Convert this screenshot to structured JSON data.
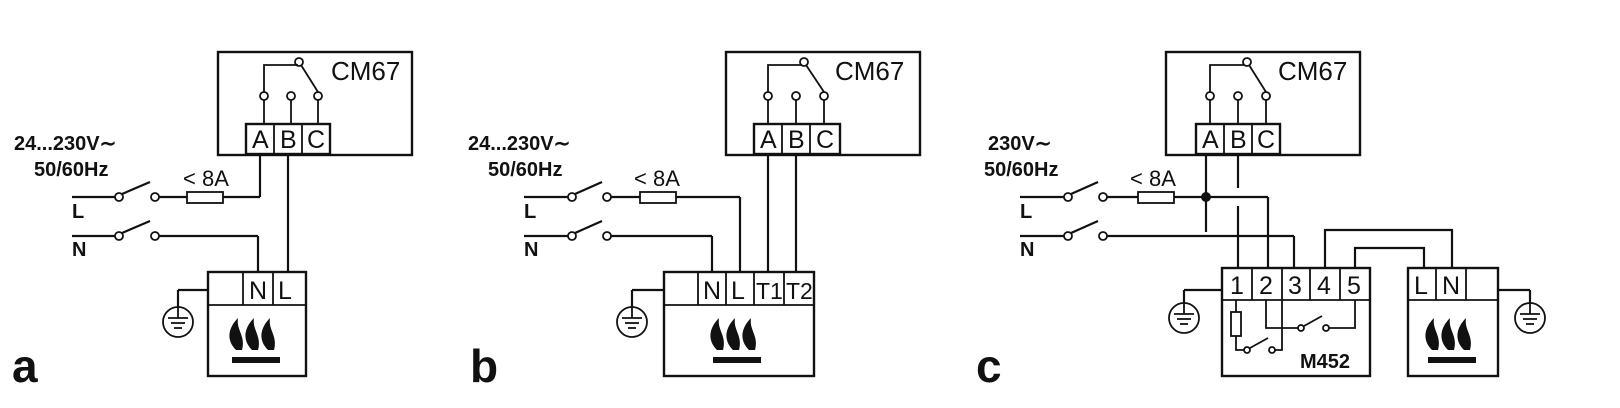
{
  "panels": [
    {
      "letter": "a",
      "controller": "CM67",
      "terminals": [
        "A",
        "B",
        "C"
      ],
      "supply_voltage": "24...230V∼",
      "supply_freq": "50/60Hz",
      "fuse": "< 8A",
      "line_L": "L",
      "line_N": "N",
      "boiler_terminals": [
        "N",
        "L"
      ]
    },
    {
      "letter": "b",
      "controller": "CM67",
      "terminals": [
        "A",
        "B",
        "C"
      ],
      "supply_voltage": "24...230V∼",
      "supply_freq": "50/60Hz",
      "fuse": "< 8A",
      "line_L": "L",
      "line_N": "N",
      "boiler_terminals": [
        "N",
        "L",
        "T1",
        "T2"
      ]
    },
    {
      "letter": "c",
      "controller": "CM67",
      "terminals": [
        "A",
        "B",
        "C"
      ],
      "supply_voltage": "230V∼",
      "supply_freq": "50/60Hz",
      "fuse": "< 8A",
      "line_L": "L",
      "line_N": "N",
      "relay_terminals": [
        "1",
        "2",
        "3",
        "4",
        "5"
      ],
      "relay_model": "M452",
      "boiler_terminals": [
        "L",
        "N"
      ]
    }
  ]
}
